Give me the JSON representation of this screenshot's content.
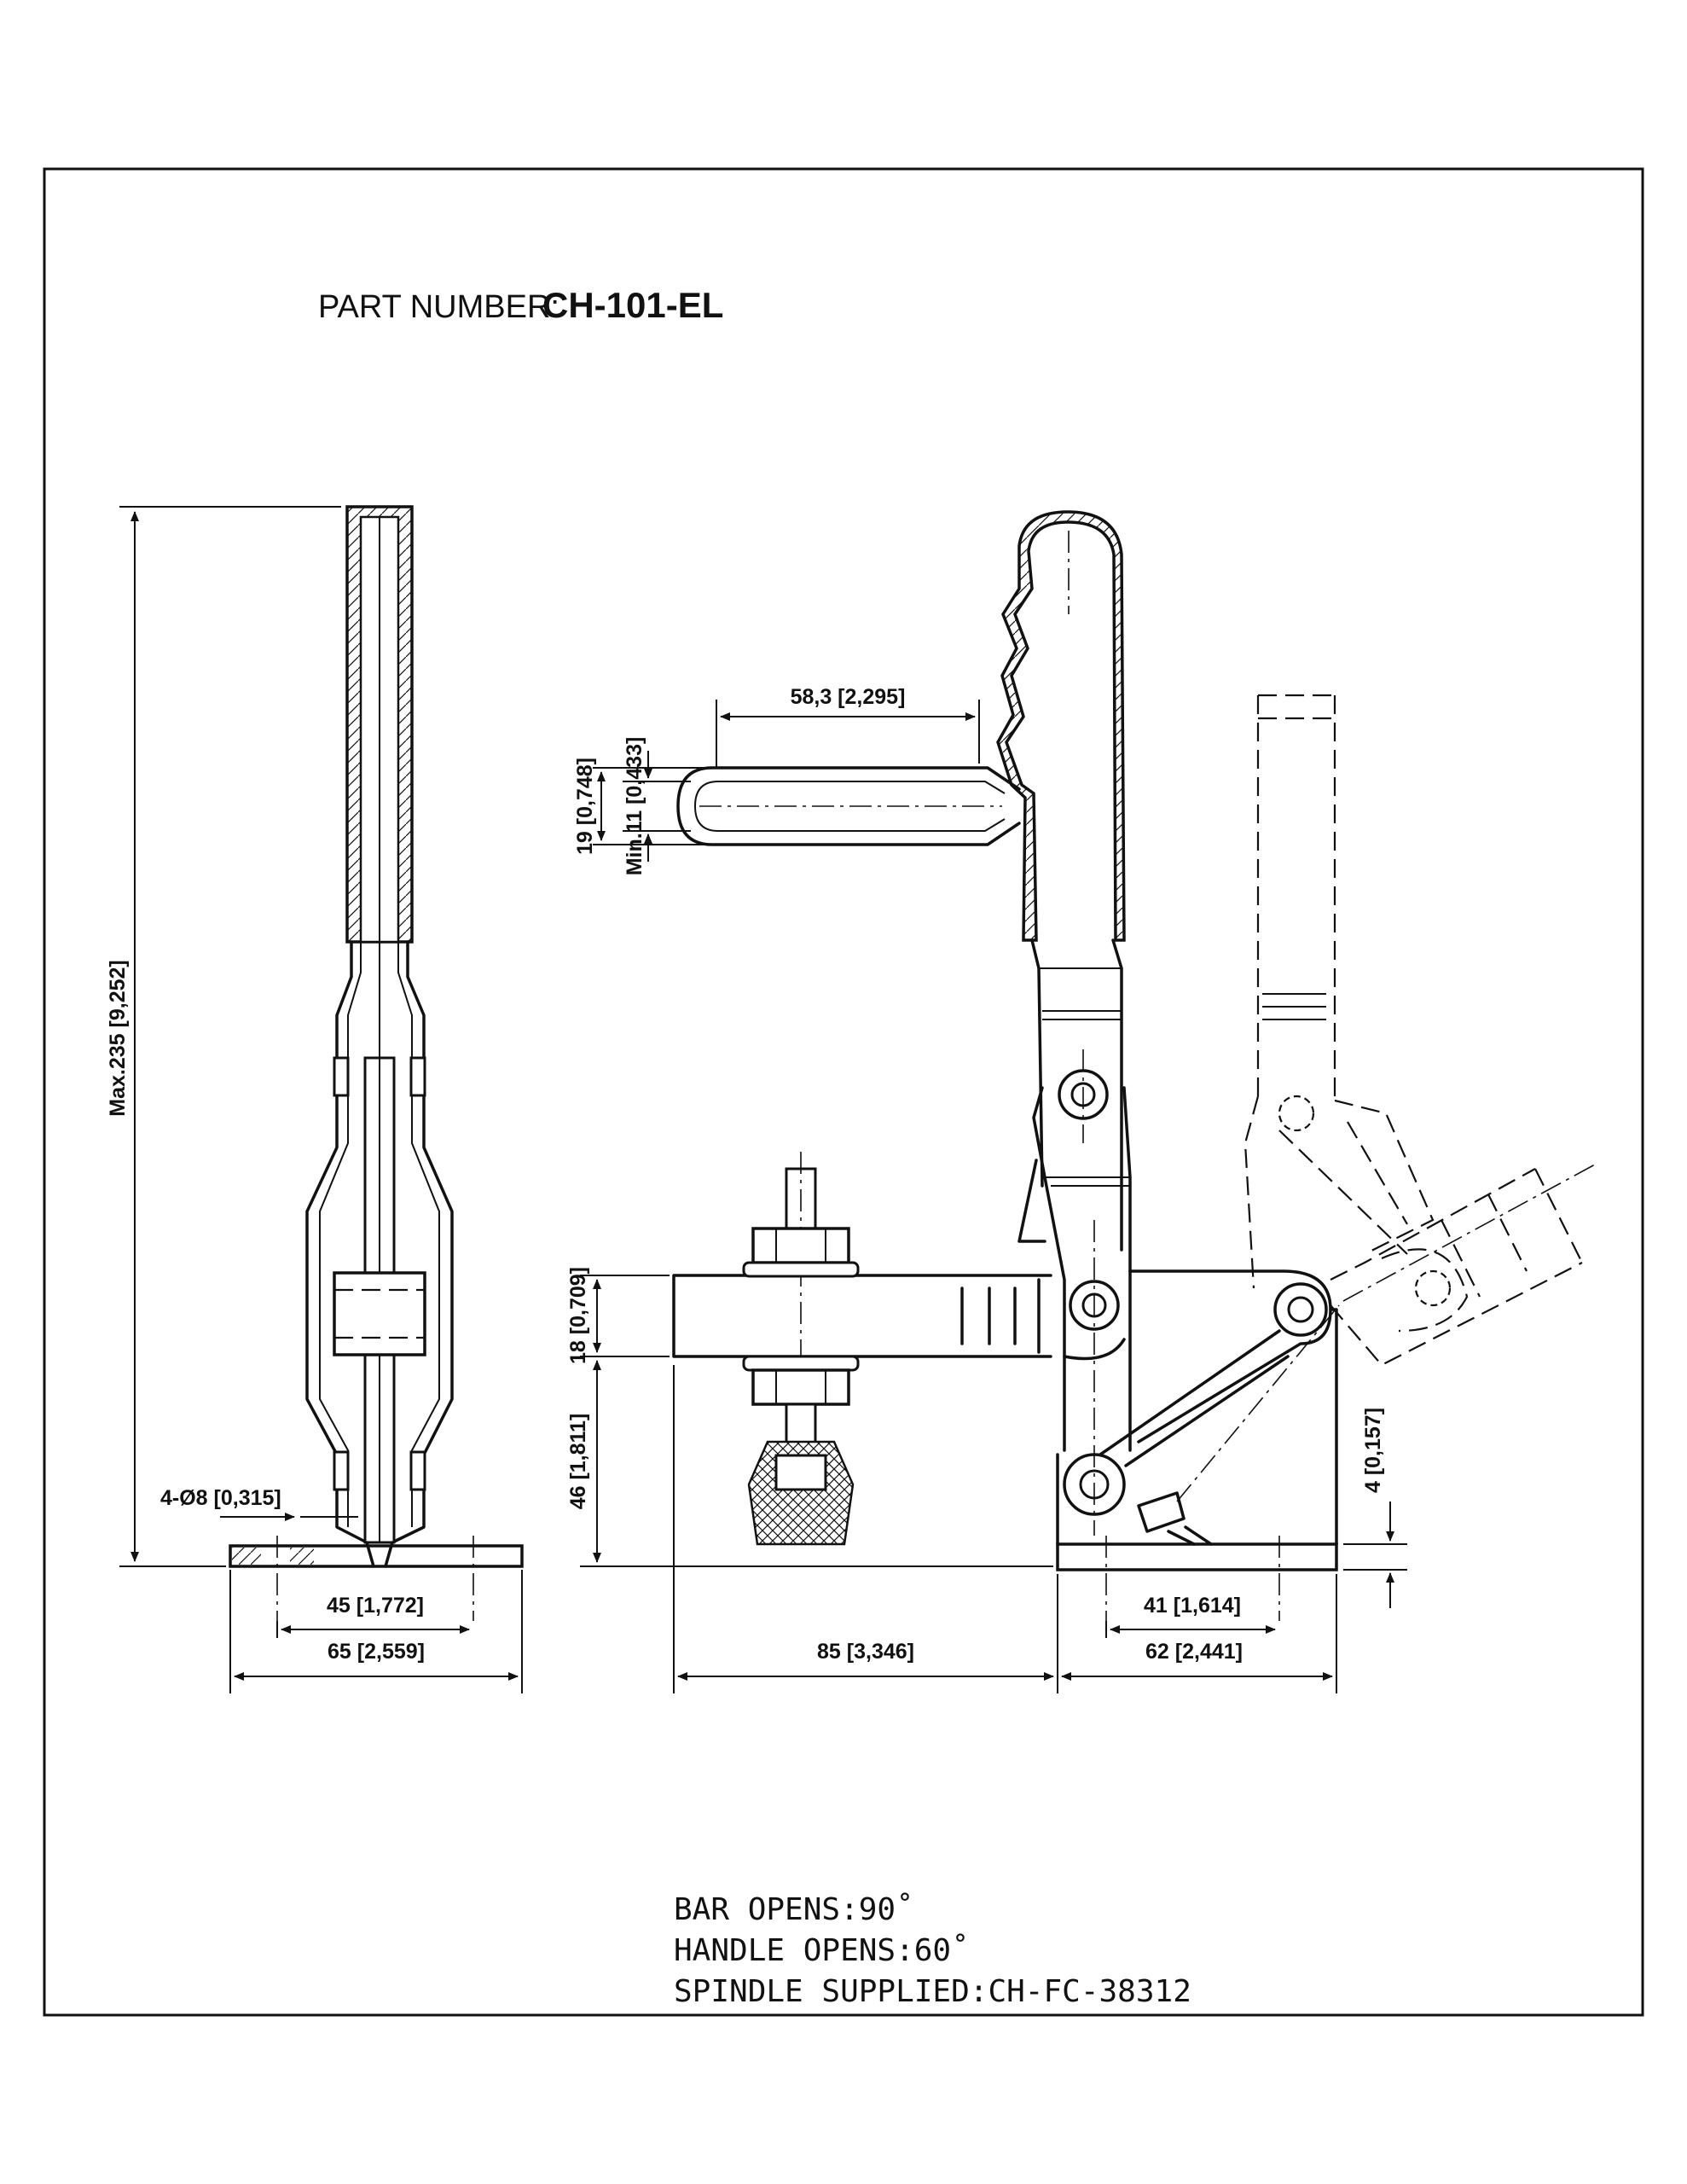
{
  "part_number": {
    "label": "PART NUMBER:",
    "value": "CH-101-EL"
  },
  "dimensions": {
    "max_height": "Max.235 [9,252]",
    "hole_dia": "4-Ø8 [0,315]",
    "hole_spacing_side": "45 [1,772]",
    "base_width_side": "65 [2,559]",
    "u_bar_length": "58,3 [2,295]",
    "u_bar_width": "19 [0,748]",
    "u_bar_slot": "Min.11 [0,433]",
    "bar_thickness": "18 [0,709]",
    "bar_height": "46 [1,811]",
    "bar_reach": "85 [3,346]",
    "base_holes_front": "41 [1,614]",
    "base_length_front": "62 [2,441]",
    "base_thickness": "4 [0,157]"
  },
  "notes": [
    "BAR OPENS:90˚",
    "HANDLE OPENS:60˚",
    "SPINDLE SUPPLIED:CH-FC-38312"
  ]
}
